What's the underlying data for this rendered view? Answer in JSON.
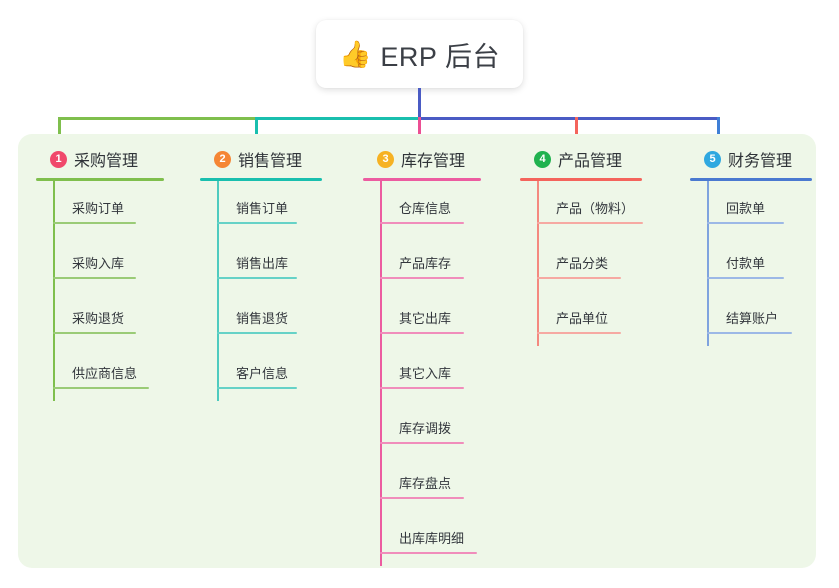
{
  "diagram": {
    "type": "mind-map",
    "root": {
      "icon": "thumbs-up-icon",
      "emoji": "👍",
      "title": "ERP 后台"
    },
    "panel_color": "#eef7e8",
    "stem_color": "#4a5bc4",
    "bus_segments": [
      {
        "name": "bus-green",
        "color": "#7fbf4d"
      },
      {
        "name": "bus-teal",
        "color": "#19bfae"
      },
      {
        "name": "bus-indigo",
        "color": "#4a5bc4"
      }
    ],
    "branches": [
      {
        "index": "1",
        "badge_char": "1",
        "badge_color": "#f0486b",
        "line_color": "#7fbf4d",
        "drop_color": "#7fbf4d",
        "title": "采购管理",
        "children": [
          {
            "label": "采购订单"
          },
          {
            "label": "采购入库"
          },
          {
            "label": "采购退货"
          },
          {
            "label": "供应商信息"
          }
        ]
      },
      {
        "index": "2",
        "badge_char": "2",
        "badge_color": "#f58634",
        "line_color": "#19bfae",
        "drop_color": "#19bfae",
        "title": "销售管理",
        "children": [
          {
            "label": "销售订单"
          },
          {
            "label": "销售出库"
          },
          {
            "label": "销售退货"
          },
          {
            "label": "客户信息"
          }
        ]
      },
      {
        "index": "3",
        "badge_char": "3",
        "badge_color": "#f6b223",
        "line_color": "#ec5ca0",
        "drop_color": "#ec4f93",
        "title": "库存管理",
        "children": [
          {
            "label": "仓库信息"
          },
          {
            "label": "产品库存"
          },
          {
            "label": "其它出库"
          },
          {
            "label": "其它入库"
          },
          {
            "label": "库存调拨"
          },
          {
            "label": "库存盘点"
          },
          {
            "label": "出库库明细"
          }
        ]
      },
      {
        "index": "4",
        "badge_char": "4",
        "badge_color": "#20b24f",
        "line_color": "#f4645c",
        "drop_color": "#f4645c",
        "title": "产品管理",
        "children": [
          {
            "label": "产品（物料）"
          },
          {
            "label": "产品分类"
          },
          {
            "label": "产品单位"
          }
        ]
      },
      {
        "index": "5",
        "badge_char": "5",
        "badge_color": "#2fa8e0",
        "line_color": "#4a79d0",
        "drop_color": "#3f7fd6",
        "title": "财务管理",
        "children": [
          {
            "label": "回款单"
          },
          {
            "label": "付款单"
          },
          {
            "label": "结算账户"
          }
        ]
      }
    ]
  }
}
